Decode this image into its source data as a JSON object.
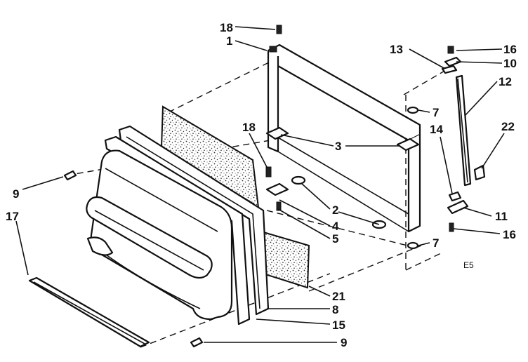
{
  "callouts": [
    {
      "id": "c18a",
      "text": "18"
    },
    {
      "id": "c1",
      "text": "1"
    },
    {
      "id": "c13",
      "text": "13"
    },
    {
      "id": "c16a",
      "text": "16"
    },
    {
      "id": "c10",
      "text": "10"
    },
    {
      "id": "c12",
      "text": "12"
    },
    {
      "id": "c7a",
      "text": "7"
    },
    {
      "id": "c18b",
      "text": "18"
    },
    {
      "id": "c3",
      "text": "3"
    },
    {
      "id": "c14",
      "text": "14"
    },
    {
      "id": "c22",
      "text": "22"
    },
    {
      "id": "c9a",
      "text": "9"
    },
    {
      "id": "c17",
      "text": "17"
    },
    {
      "id": "c2",
      "text": "2"
    },
    {
      "id": "c4",
      "text": "4"
    },
    {
      "id": "c5",
      "text": "5"
    },
    {
      "id": "c11",
      "text": "11"
    },
    {
      "id": "c16b",
      "text": "16"
    },
    {
      "id": "c7b",
      "text": "7"
    },
    {
      "id": "c21",
      "text": "21"
    },
    {
      "id": "c8",
      "text": "8"
    },
    {
      "id": "c15",
      "text": "15"
    },
    {
      "id": "c9b",
      "text": "9"
    }
  ],
  "figure_code": "E5"
}
